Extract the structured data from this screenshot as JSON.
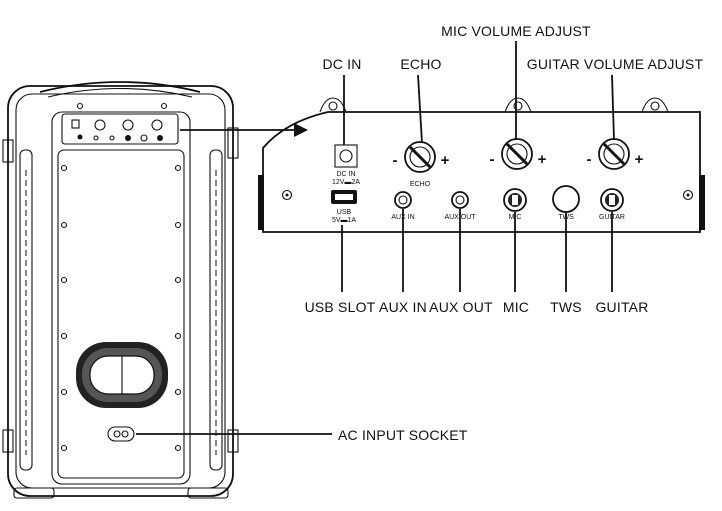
{
  "callouts": {
    "dc_in": "DC IN",
    "echo": "ECHO",
    "mic_volume_adjust": "MIC VOLUME ADJUST",
    "guitar_volume_adjust": "GUITAR VOLUME ADJUST",
    "usb_slot": "USB SLOT",
    "aux_in": "AUX IN",
    "aux_out": "AUX OUT",
    "mic": "MIC",
    "tws": "TWS",
    "guitar": "GUITAR",
    "ac_input_socket": "AC INPUT SOCKET"
  },
  "panel": {
    "dc_in": "DC IN",
    "dc_rating": "12V▬2A",
    "usb": "USB",
    "usb_rating": "5V▬1A",
    "echo": "ECHO",
    "aux_in": "AUX IN",
    "aux_out": "AUX OUT",
    "mic": "MIC",
    "tws": "TWS",
    "guitar": "GUITAR",
    "minus": "-",
    "plus": "+"
  }
}
